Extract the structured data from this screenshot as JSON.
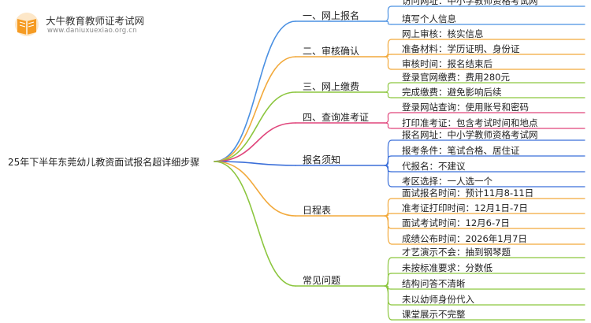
{
  "logo": {
    "title": "大牛教育教师证考试网",
    "url": "www.daniuxuexiao.org.cn"
  },
  "root": "25年下半年东莞幼儿教资面试报名超详细步骤",
  "branches": [
    {
      "label": "一、网上报名",
      "color": "#4a90e2",
      "leaves": [
        "访问网址：中小学教师资格考试网",
        "填写个人信息"
      ]
    },
    {
      "label": "二、审核确认",
      "color": "#f2a93b",
      "leaves": [
        "网上审核：核实信息",
        "准备材料：学历证明、身份证",
        "审核时间：报名结束后"
      ]
    },
    {
      "label": "三、网上缴费",
      "color": "#8cc63f",
      "leaves": [
        "登录官网缴费：费用280元",
        "完成缴费：避免影响后续"
      ]
    },
    {
      "label": "四、查询准考证",
      "color": "#e0457b",
      "leaves": [
        "登录网站查询：使用账号和密码",
        "打印准考证：包含考试时间和地点"
      ]
    },
    {
      "label": "报名须知",
      "color": "#3b6fd9",
      "leaves": [
        "报名网址：中小学教师资格考试网",
        "报考条件：笔试合格、居住证",
        "代报名：不建议",
        "考区选择：一人选一个"
      ]
    },
    {
      "label": "日程表",
      "color": "#f2a93b",
      "leaves": [
        "面试报名时间：预计11月8-11日",
        "准考证打印时间：12月1日-7日",
        "面试考试时间：12月6-7日",
        "成绩公布时间：2026年1月7日"
      ]
    },
    {
      "label": "常见问题",
      "color": "#8cc63f",
      "leaves": [
        "才艺演示不会：抽到钢琴题",
        "未按标准要求：分数低",
        "结构问答不清晰",
        "未以幼师身份代入",
        "课堂展示不完整"
      ]
    }
  ]
}
